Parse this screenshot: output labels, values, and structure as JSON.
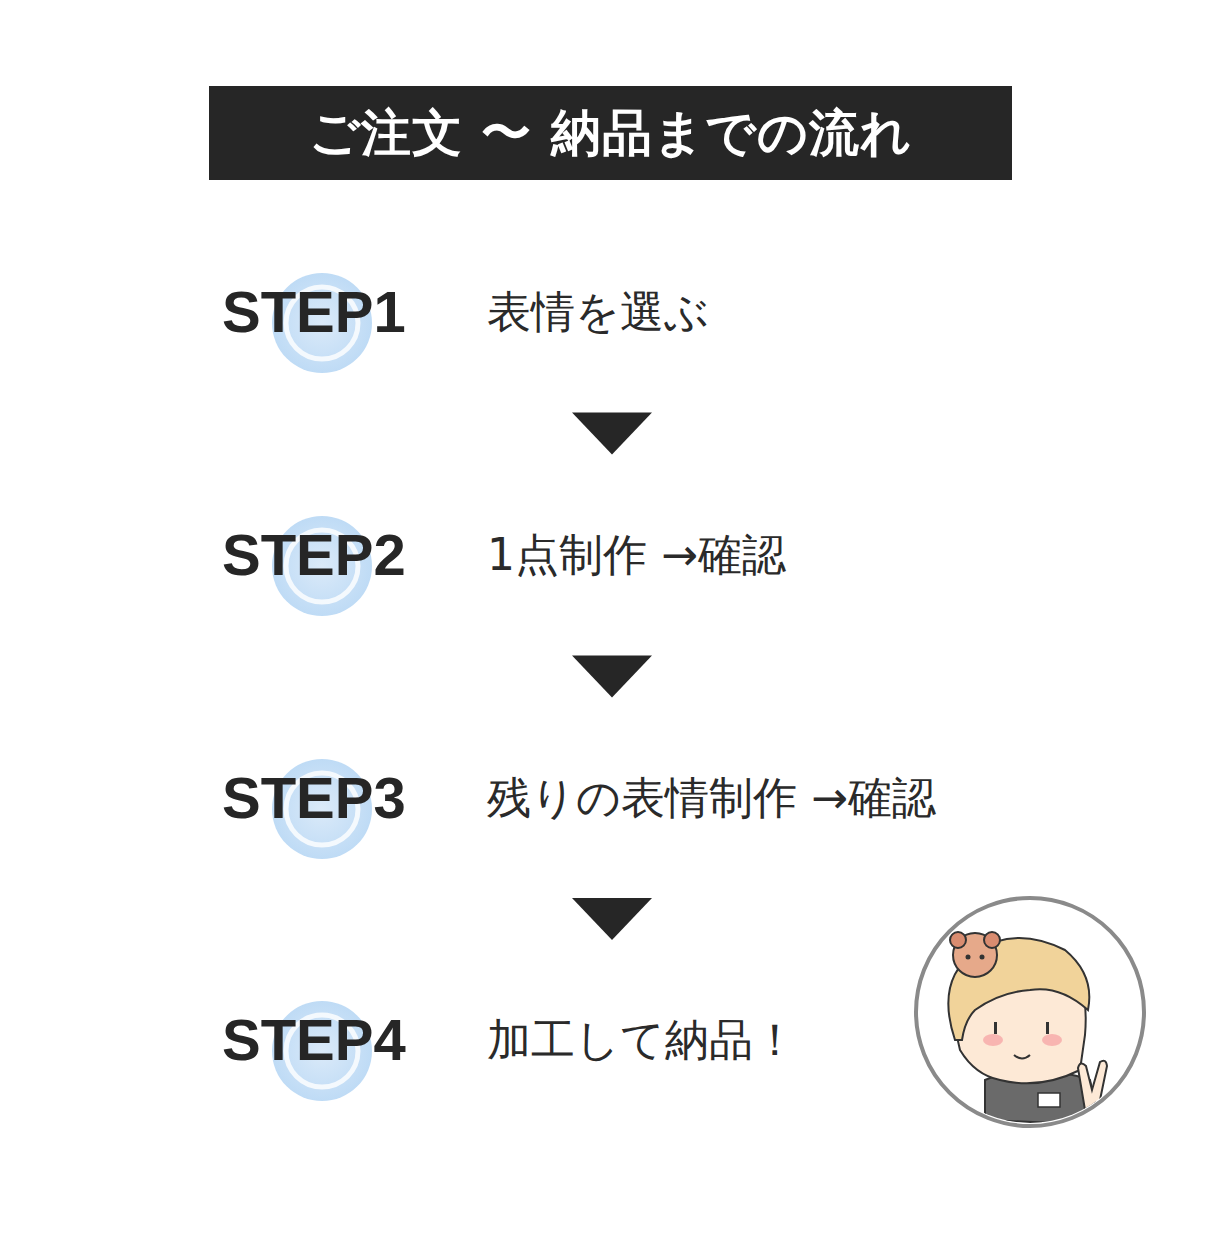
{
  "diagram": {
    "title": "ご注文 〜 納品までの流れ",
    "nodes": [
      {
        "text": [
          "STEP1",
          "表情を選ぶ"
        ]
      },
      {
        "text": [
          "STEP2",
          "1点制作 →確認"
        ]
      },
      {
        "text": [
          "STEP3",
          "残りの表情制作 →確認"
        ]
      },
      {
        "text": [
          "STEP4",
          "加工して納品！"
        ]
      }
    ],
    "edges": [
      {
        "from": 0,
        "to": 1,
        "arrow": "to"
      },
      {
        "from": 1,
        "to": 2,
        "arrow": "to"
      },
      {
        "from": 2,
        "to": 3,
        "arrow": "to"
      }
    ]
  }
}
